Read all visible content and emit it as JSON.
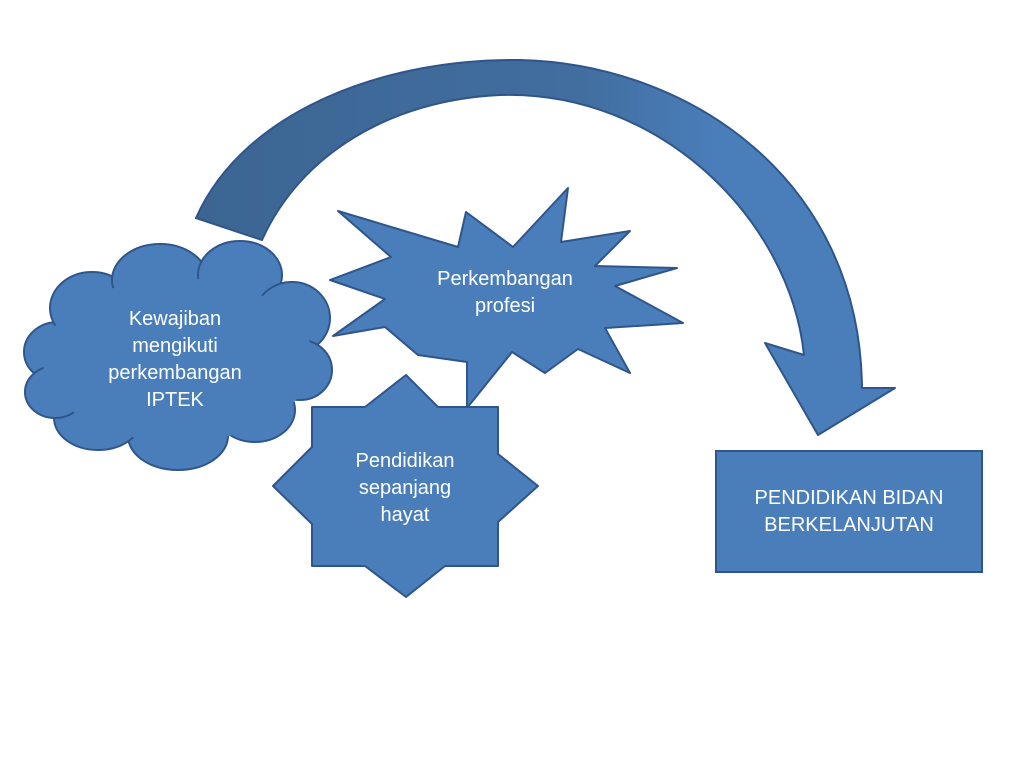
{
  "colors": {
    "fill": "#4a7ebb",
    "stroke": "#2f558a",
    "arrow_dark": "#3c6592",
    "text": "#ffffff",
    "background": "#ffffff"
  },
  "shapes": {
    "cloud": {
      "lines": [
        "Kewajiban",
        "mengikuti",
        "perkembangan",
        "IPTEK"
      ]
    },
    "explosion": {
      "lines": [
        "Perkembangan",
        "profesi"
      ]
    },
    "star": {
      "lines": [
        "Pendidikan",
        "sepanjang",
        "hayat"
      ]
    },
    "box": {
      "lines": [
        "PENDIDIKAN BIDAN",
        "BERKELANJUTAN"
      ]
    }
  },
  "arrow": {
    "icon": "curved-arrow-icon"
  }
}
